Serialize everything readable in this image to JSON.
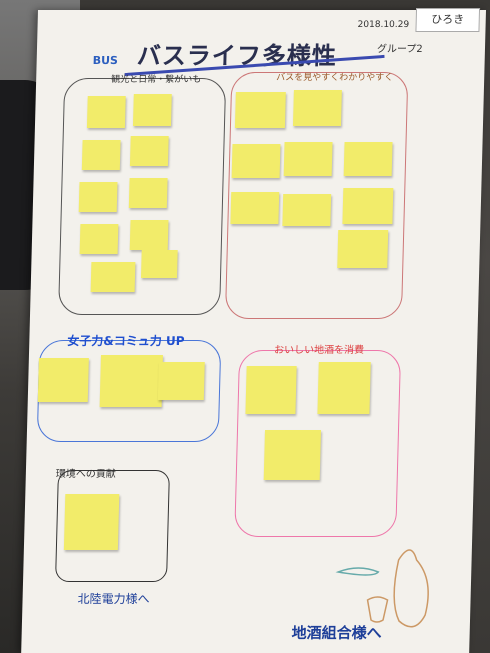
{
  "board": {
    "corner_tag": "ひろき",
    "title": "バスライフ多様性",
    "title_label": "BUS",
    "date": "2018.10.29",
    "group": "グループ2"
  },
  "headings": {
    "left": "観光と日常・繋がいも",
    "right": "バスを見やすくわかりやすく",
    "blue": "女子力&コミュ力 UP",
    "pink": "おいしい地酒を消費",
    "black": "環境への貢献"
  },
  "notes_left": [
    "",
    "",
    "",
    "",
    "",
    "",
    "",
    "",
    "",
    ""
  ],
  "notes_right": [
    "",
    "",
    "",
    "",
    "",
    "",
    "",
    "",
    "",
    ""
  ],
  "notes_blue": [
    "",
    "",
    ""
  ],
  "notes_pink": [
    "",
    "",
    ""
  ],
  "notes_black": [
    ""
  ],
  "footer": {
    "left": "北陸電力様へ",
    "right": "地酒組合様へ"
  },
  "colors": {
    "sticky": "#f2ec6a",
    "marker_blue": "#1f4fcf",
    "marker_pink": "#e7a",
    "marker_red": "#c77"
  }
}
